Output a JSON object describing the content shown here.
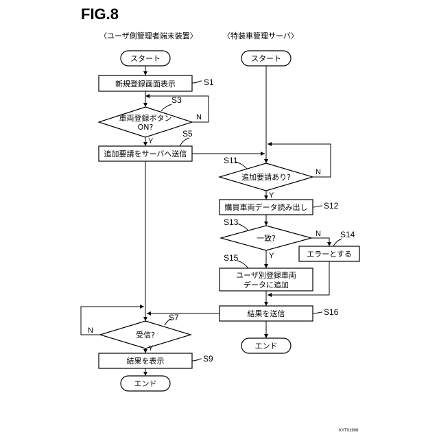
{
  "figure_title": "FIG.8",
  "lanes": {
    "left": "〈ユーザ側管理者端末装置〉",
    "right": "〈特装車管理サーバ〉"
  },
  "left_flow": {
    "start": "スタート",
    "s1_text": "新規登録画面表示",
    "s1_label": "S1",
    "s3_text_1": "車両登録ボタン",
    "s3_text_2": "ON?",
    "s3_label": "S3",
    "s3_no": "N",
    "s3_yes": "Y",
    "s5_text": "追加要請をサーバへ送信",
    "s5_label": "S5",
    "s7_text": "受信?",
    "s7_label": "S7",
    "s7_no": "N",
    "s7_yes": "Y",
    "s9_text": "結果を表示",
    "s9_label": "S9",
    "end": "エンド"
  },
  "right_flow": {
    "start": "スタート",
    "s11_text": "追加要請あり?",
    "s11_label": "S11",
    "s11_no": "N",
    "s11_yes": "Y",
    "s12_text": "購買車両データ読み出し",
    "s12_label": "S12",
    "s13_text": "一致?",
    "s13_label": "S13",
    "s13_no": "N",
    "s13_yes": "Y",
    "s14_text": "エラーとする",
    "s14_label": "S14",
    "s15_text_1": "ユーザ別登録車両",
    "s15_text_2": "データに追加",
    "s15_label": "S15",
    "s16_text": "結果を送信",
    "s16_label": "S16",
    "end": "エンド"
  },
  "footer_code": "KYT01906"
}
